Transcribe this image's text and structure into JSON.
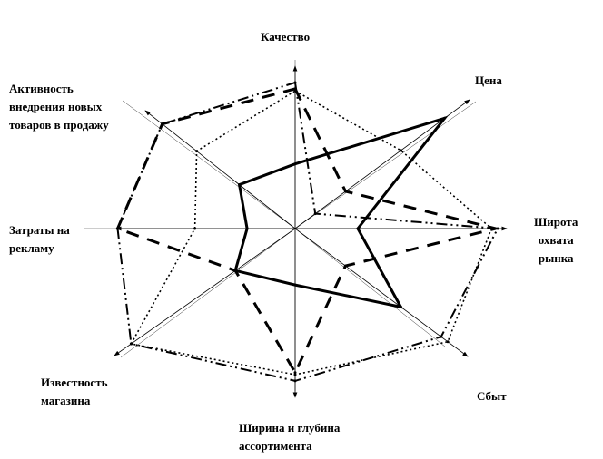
{
  "chart_data": {
    "type": "radar",
    "title": "",
    "axes": [
      "Качество",
      "Цена",
      "Широта охвата рынка",
      "Сбыт",
      "Ширина и глубина ассортимента",
      "Известность магазина",
      "Затраты на рекламу",
      "Активность внедрения новых товаров в продажу"
    ],
    "axis_labels": [
      [
        "Качество"
      ],
      [
        "Цена"
      ],
      [
        "Широта",
        "охвата",
        "рынка"
      ],
      [
        "Сбыт"
      ],
      [
        "Ширина и глубина",
        "ассортимента"
      ],
      [
        "Известность",
        "магазина"
      ],
      [
        "Затраты на",
        "рекламу"
      ],
      [
        "Активность",
        "внедрения новых",
        "товаров в продажу"
      ]
    ],
    "range": [
      0,
      10
    ],
    "series": [
      {
        "name": "series-1-solid",
        "style": "solid",
        "values": [
          3.1,
          8.9,
          3.0,
          6.3,
          2.7,
          3.5,
          2.3,
          3.4
        ]
      },
      {
        "name": "series-2-long-dash",
        "style": "dash",
        "values": [
          6.7,
          3.0,
          9.6,
          3.0,
          6.9,
          3.5,
          8.5,
          8.1
        ]
      },
      {
        "name": "series-3-dash-dot",
        "style": "dashdot",
        "values": [
          7.0,
          1.2,
          9.7,
          8.7,
          7.3,
          9.6,
          8.5,
          8.1
        ]
      },
      {
        "name": "series-4-dotted",
        "style": "dotted",
        "values": [
          6.6,
          6.3,
          9.4,
          9.1,
          7.0,
          9.6,
          4.8,
          6.0
        ]
      }
    ]
  }
}
